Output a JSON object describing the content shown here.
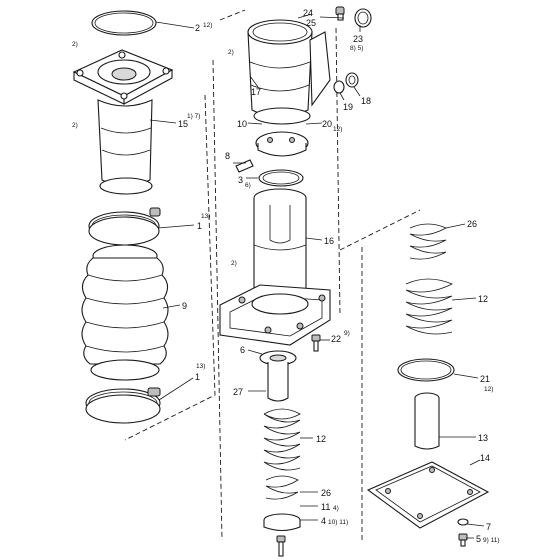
{
  "callouts": {
    "c1a": "1",
    "c1b": "1",
    "c2": "2",
    "c3": "3",
    "c4": "4",
    "c5": "5",
    "c6": "6",
    "c7": "7",
    "c8": "8",
    "c9": "9",
    "c10": "10",
    "c11": "11",
    "c12a": "12",
    "c12b": "12",
    "c13": "13",
    "c14": "14",
    "c15": "15",
    "c16": "16",
    "c17": "17",
    "c18": "18",
    "c19": "19",
    "c20": "20",
    "c21": "21",
    "c22": "22",
    "c23": "23",
    "c24": "24",
    "c25": "25",
    "c26a": "26",
    "c26b": "26",
    "c27": "27"
  },
  "notes": {
    "n2": "12)",
    "n15": "1) 7)",
    "n1a": "13)",
    "n1b": "13)",
    "n20": "12)",
    "n23": "8) 5)",
    "n3": "6)",
    "n22": "9)",
    "n21": "12)",
    "n11": "4)",
    "n4": "10) 11)",
    "n5": "9) 11)",
    "ref_a": "2)",
    "ref_b": "2)",
    "ref_c": "2)",
    "ref_d": "2)"
  }
}
